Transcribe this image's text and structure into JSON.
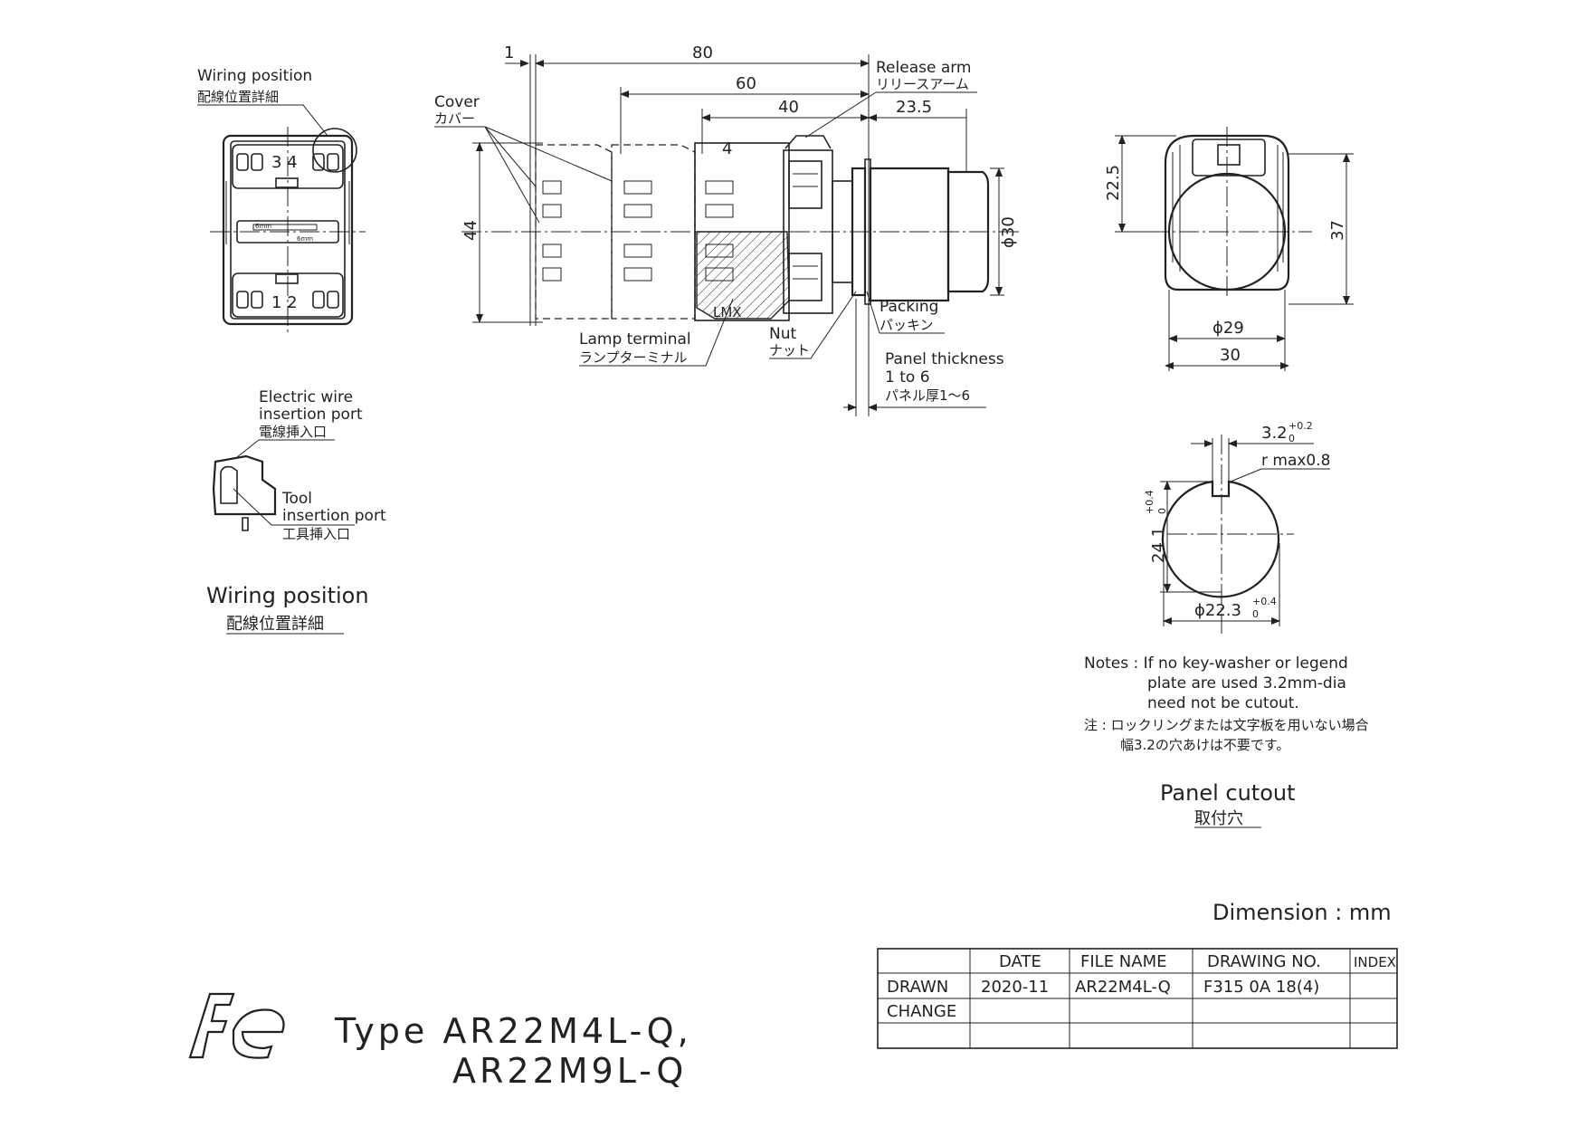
{
  "side_view": {
    "dim_1": "1",
    "dim_80": "80",
    "dim_60": "60",
    "dim_40": "40",
    "dim_23_5": "23.5",
    "dim_44": "44",
    "dim_phi30": "ϕ30",
    "cover_en": "Cover",
    "cover_jp": "カバー",
    "release_arm_en": "Release arm",
    "release_arm_jp": "リリースアーム",
    "packing_en": "Packing",
    "packing_jp": "パッキン",
    "nut_en": "Nut",
    "nut_jp": "ナット",
    "lamp_terminal_en": "Lamp terminal",
    "lamp_terminal_jp": "ランプターミナル",
    "panel_thickness_en_1": "Panel thickness",
    "panel_thickness_en_2": "1 to 6",
    "panel_thickness_jp": "パネル厚1～6",
    "terminal_mark": "4",
    "lamp_mark": "LMX"
  },
  "rear_view": {
    "wiring_position_en": "Wiring position",
    "wiring_position_jp": "配線位置詳細",
    "terminal_34": "3 4",
    "terminal_12": "1 2",
    "slot_label_top": "6mm",
    "slot_label_bottom": "6mm"
  },
  "wire_detail": {
    "electric_wire_en_1": "Electric wire",
    "electric_wire_en_2": "insertion port",
    "electric_wire_jp": "電線挿入口",
    "tool_en_1": "Tool",
    "tool_en_2": "insertion port",
    "tool_jp": "工具挿入口",
    "caption_en": "Wiring position",
    "caption_jp": "配線位置詳細"
  },
  "front_view": {
    "dim_22_5": "22.5",
    "dim_37": "37",
    "dim_phi29": "ϕ29",
    "dim_30": "30"
  },
  "panel_cutout": {
    "dim_3_2": "3.2",
    "dim_3_2_tol_upper": "+0.2",
    "dim_3_2_tol_lower": "0",
    "r_max": "r max0.8",
    "dim_24_1": "24.1",
    "dim_24_1_tol_upper": "+0.4",
    "dim_24_1_tol_lower": "0",
    "dim_phi22_3": "ϕ22.3",
    "dim_phi22_3_tol_upper": "+0.4",
    "dim_phi22_3_tol_lower": "0",
    "caption_en": "Panel cutout",
    "caption_jp": "取付穴"
  },
  "notes": {
    "line1": "Notes : If no key-washer or legend",
    "line2": "plate are used 3.2mm-dia",
    "line3": "need not be cutout.",
    "line4": "注 : ロックリングまたは文字板を用いない場合",
    "line5": "幅3.2の穴あけは不要です。"
  },
  "dimension_unit": "Dimension : mm",
  "title_block": {
    "headers": [
      "",
      "DATE",
      "FILE NAME",
      "DRAWING NO.",
      "INDEX"
    ],
    "rows": [
      [
        "DRAWN",
        "2020-11",
        "AR22M4L-Q",
        "F315 0A 18(4)",
        ""
      ],
      [
        "CHANGE",
        "",
        "",
        "",
        ""
      ],
      [
        "",
        "",
        "",
        "",
        ""
      ]
    ]
  },
  "logo_text": "Fe",
  "type_line1": "Type  AR22M4L-Q,",
  "type_line2": "AR22M9L-Q"
}
